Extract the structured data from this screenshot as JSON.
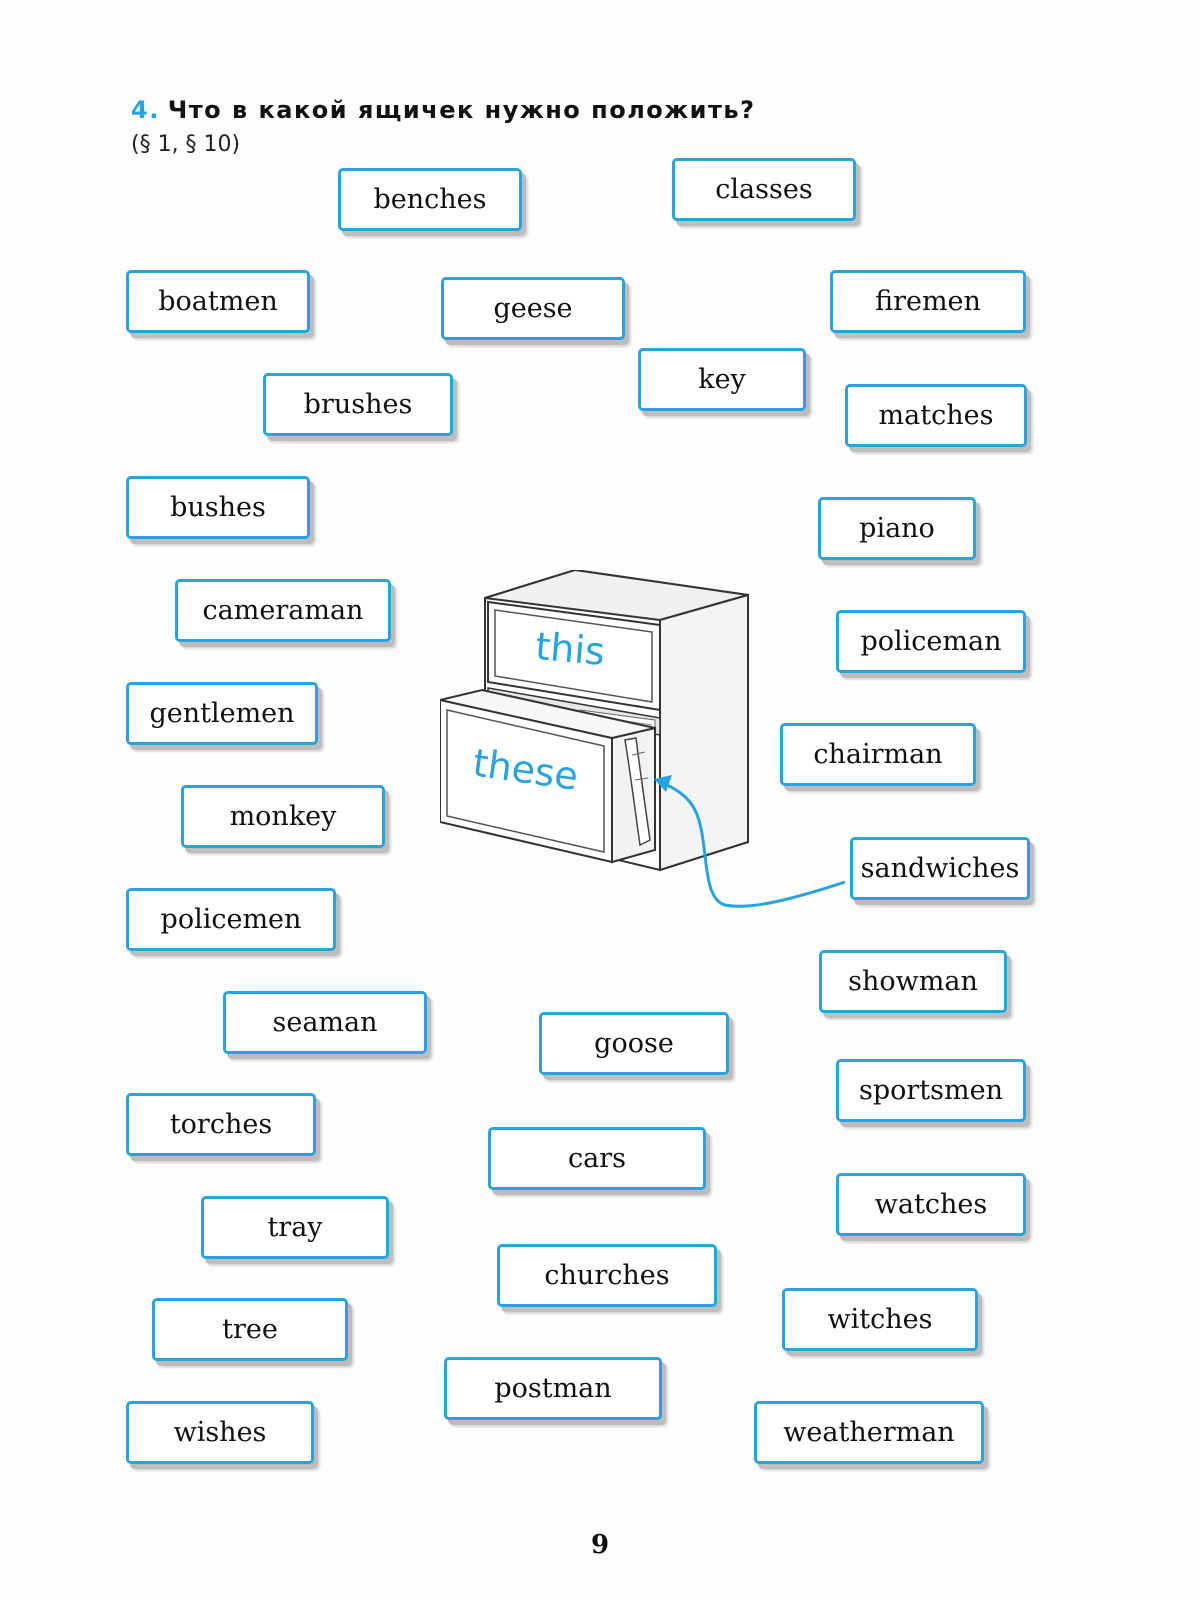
{
  "task": {
    "number": "4.",
    "question": "Что в какой ящичек нужно положить?",
    "reference": "(§ 1,  § 10)"
  },
  "drawers": {
    "top_label": "this",
    "bottom_label": "these"
  },
  "words": [
    "benches",
    "classes",
    "boatmen",
    "geese",
    "firemen",
    "key",
    "brushes",
    "matches",
    "bushes",
    "piano",
    "cameraman",
    "policeman",
    "gentlemen",
    "chairman",
    "monkey",
    "sandwiches",
    "policemen",
    "showman",
    "seaman",
    "goose",
    "sportsmen",
    "torches",
    "cars",
    "watches",
    "tray",
    "churches",
    "witches",
    "tree",
    "postman",
    "wishes",
    "weatherman"
  ],
  "page_number": "9",
  "colors": {
    "accent": "#27a3e0",
    "text": "#111111"
  }
}
